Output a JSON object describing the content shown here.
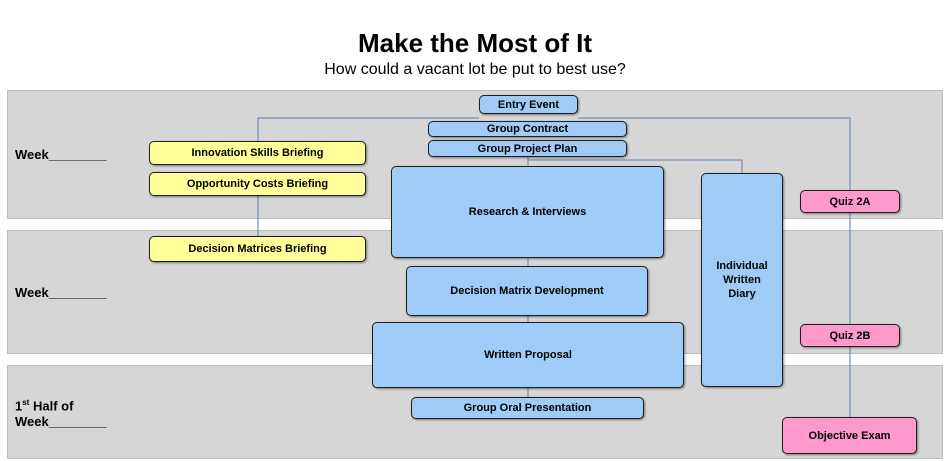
{
  "title": "Make the Most of It",
  "subtitle": "How could a vacant lot be put to best use?",
  "rows": [
    {
      "label": "Week________"
    },
    {
      "label": "Week________"
    },
    {
      "label_prefix": "1",
      "label_sup": "st",
      "label_line1": " Half of",
      "label_line2": "Week________"
    }
  ],
  "nodes": {
    "entry_event": "Entry Event",
    "group_contract": "Group Contract",
    "group_project_plan": "Group Project Plan",
    "innovation_skills": "Innovation Skills Briefing",
    "opportunity_costs": "Opportunity Costs Briefing",
    "decision_matrices_briefing": "Decision Matrices Briefing",
    "research_interviews": "Research & Interviews",
    "decision_matrix_dev": "Decision Matrix Development",
    "written_proposal": "Written Proposal",
    "oral_presentation": "Group Oral Presentation",
    "written_diary": "Individual Written Diary",
    "quiz_2a": "Quiz 2A",
    "quiz_2b": "Quiz 2B",
    "objective_exam": "Objective Exam"
  },
  "colors": {
    "band": "#d6d6d6",
    "blue_box": "#9fcbf6",
    "yellow_box": "#ffff99",
    "pink_box": "#ff99cc",
    "connector": "#5f7fb5"
  }
}
